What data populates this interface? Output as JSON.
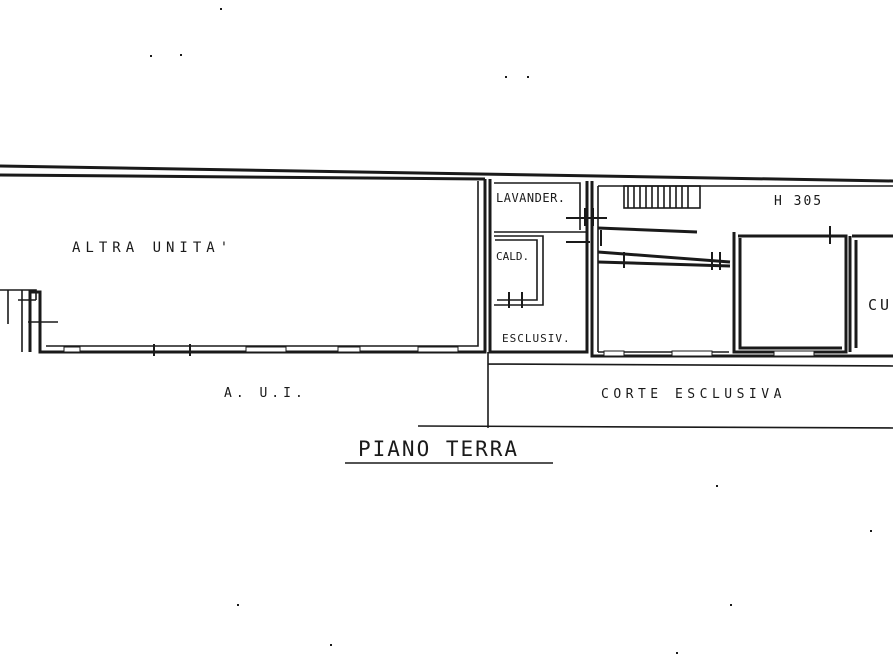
{
  "drawing": {
    "title": "PIANO TERRA",
    "labels": {
      "altra_unita": "ALTRA UNITA'",
      "lavander": "LAVANDER.",
      "h305": "H 305",
      "cald": "CALD.",
      "esclusiv": "ESCLUSIV.",
      "aui": "A. U.I.",
      "corte_esclusiva": "CORTE ESCLUSIVA",
      "cu": "CU"
    }
  },
  "colors": {
    "ink": "#1a1a1a",
    "paper": "#ffffff"
  }
}
